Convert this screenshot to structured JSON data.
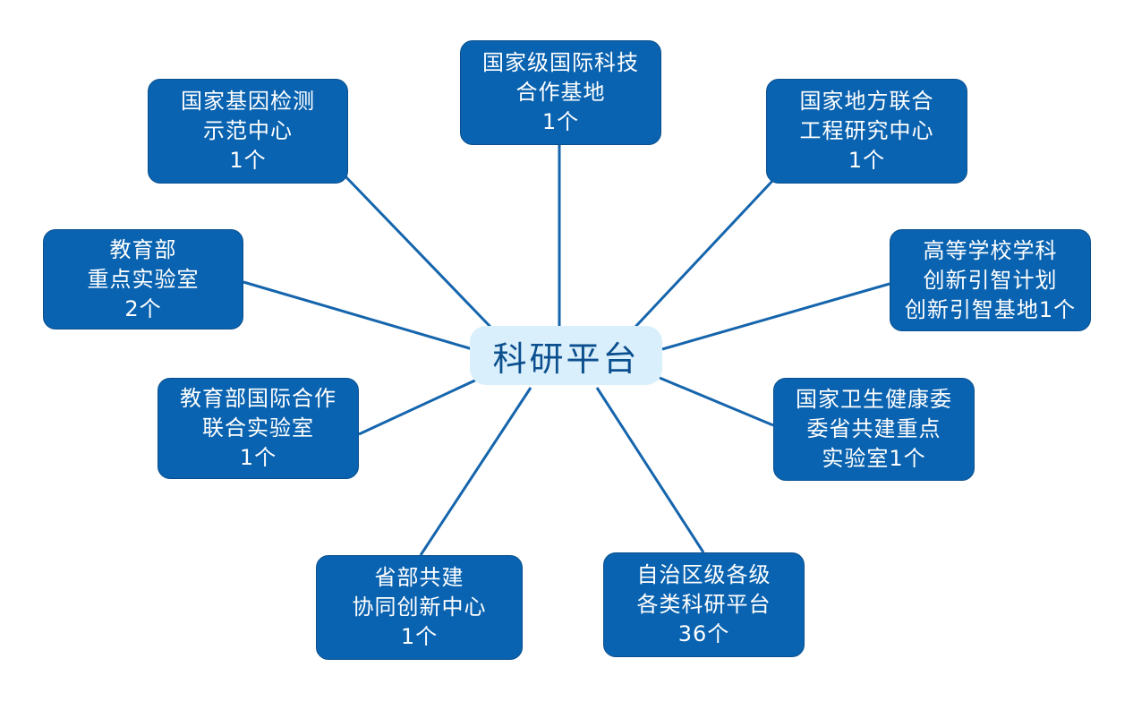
{
  "center": {
    "label": "科研平台"
  },
  "nodes": {
    "top": {
      "lines": [
        "国家级国际科技",
        "合作基地",
        "1个"
      ]
    },
    "top_left": {
      "lines": [
        "国家基因检测",
        "示范中心",
        "1个"
      ]
    },
    "top_right": {
      "lines": [
        "国家地方联合",
        "工程研究中心",
        "1个"
      ]
    },
    "left": {
      "lines": [
        "教育部",
        "重点实验室",
        "2个"
      ]
    },
    "right": {
      "lines": [
        "高等学校学科",
        "创新引智计划",
        "创新引智基地1个"
      ]
    },
    "bottom_left": {
      "lines": [
        "教育部国际合作",
        "联合实验室",
        "1个"
      ]
    },
    "bottom_right": {
      "lines": [
        "国家卫生健康委",
        "委省共建重点",
        "实验室1个"
      ]
    },
    "bottom_center_left": {
      "lines": [
        "省部共建",
        "协同创新中心",
        "1个"
      ]
    },
    "bottom_center_right": {
      "lines": [
        "自治区级各级",
        "各类科研平台",
        "36个"
      ]
    }
  },
  "colors": {
    "node_fill": "#0a63b0",
    "connector": "#1565ad",
    "center_fill": "#d9effb",
    "center_text": "#0b4f8f"
  }
}
